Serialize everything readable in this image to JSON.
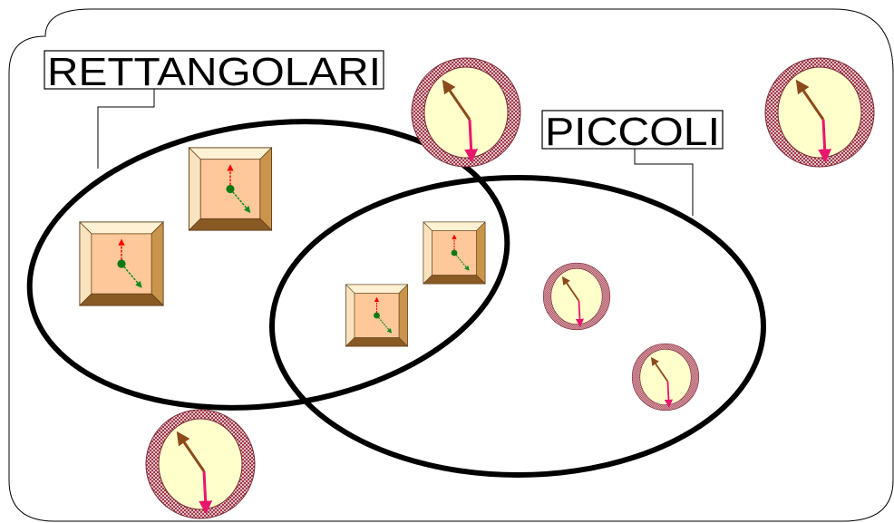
{
  "sets": [
    {
      "label": "RETTANGOLARI"
    },
    {
      "label": "PICCOLI"
    }
  ],
  "colors": {
    "outline": "#000000",
    "label_box_fill": "#ffffff",
    "clock_face": "#ffffcc",
    "clock_rim": "#a03a48",
    "clock_rim_light": "#e6c0c8",
    "hour_hand": "#8b4a1a",
    "minute_hand": "#e8166e",
    "frame_outer": "#f5d7a8",
    "frame_inner": "#ffc89a",
    "frame_bevel_light": "#fff2d4",
    "frame_bevel_dark": "#8a5a24",
    "frame_bevel_side": "#c9954c",
    "frame_hand_up": "#ff0000",
    "frame_hand_diag": "#0a8a20",
    "frame_pivot": "#0a7a10"
  },
  "objects": {
    "large_round_clocks": 3,
    "small_round_clocks": 2,
    "rectangular_clocks": 4,
    "rectangular_small_clocks": 2
  }
}
